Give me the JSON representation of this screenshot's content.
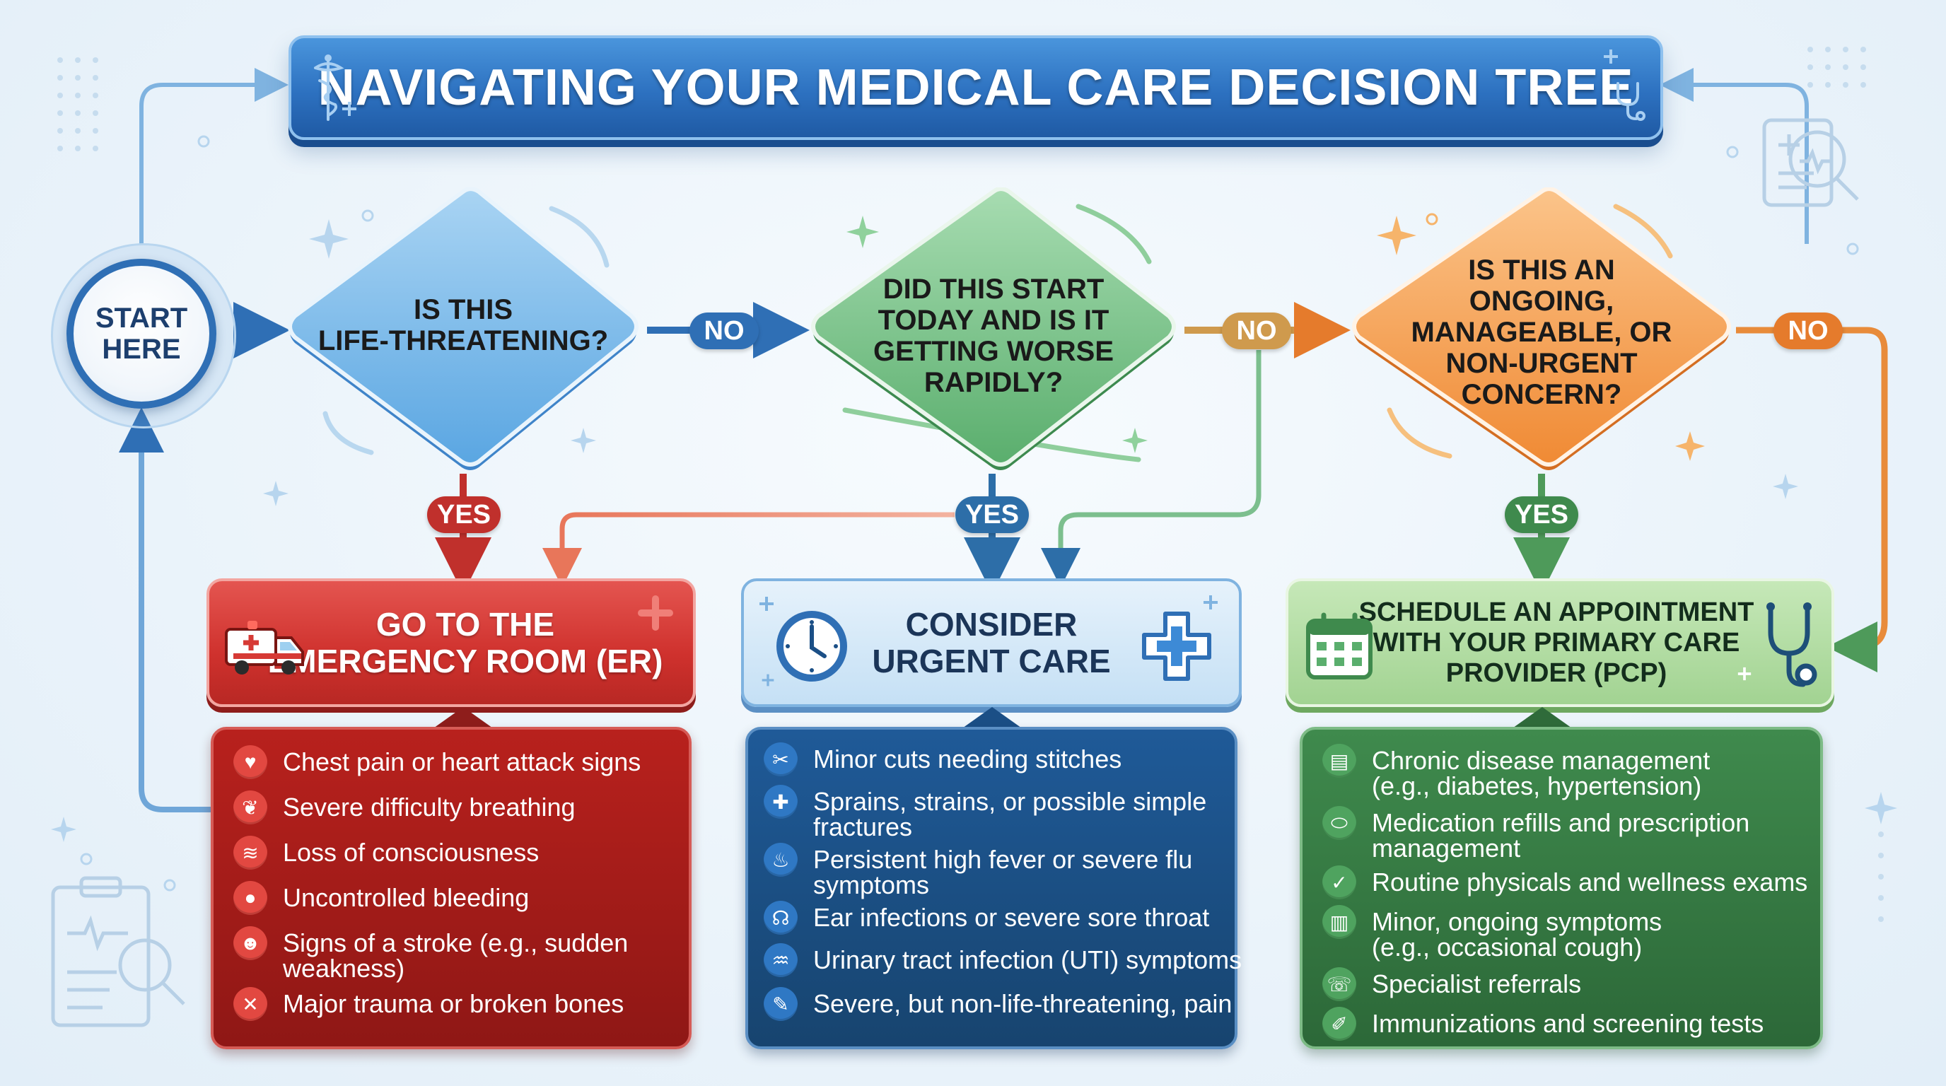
{
  "title": "NAVIGATING YOUR MEDICAL CARE DECISION TREE",
  "start": {
    "line1": "START",
    "line2": "HERE"
  },
  "decisions": [
    {
      "id": "life-threatening",
      "lines": [
        "IS THIS",
        "LIFE-THREATENING?"
      ],
      "color": "#6bb3e8"
    },
    {
      "id": "started-today",
      "lines": [
        "DID THIS START",
        "TODAY AND IS IT",
        "GETTING WORSE",
        "RAPIDLY?"
      ],
      "color": "#77c28a"
    },
    {
      "id": "ongoing",
      "lines": [
        "IS THIS AN",
        "ONGOING,",
        "MANAGEABLE, OR",
        "NON-URGENT",
        "CONCERN?"
      ],
      "color": "#f59a45"
    }
  ],
  "labels": {
    "yes": "YES",
    "no": "NO"
  },
  "outcomes": [
    {
      "id": "er",
      "title_lines": [
        "GO TO THE",
        "EMERGENCY ROOM (ER)"
      ],
      "color": "#d63a35",
      "items": [
        {
          "icon": "heart-pulse-icon",
          "lines": [
            "Chest pain or heart attack signs"
          ]
        },
        {
          "icon": "lungs-icon",
          "lines": [
            "Severe difficulty breathing"
          ]
        },
        {
          "icon": "fainting-icon",
          "lines": [
            "Loss of consciousness"
          ]
        },
        {
          "icon": "blood-drop-icon",
          "lines": [
            "Uncontrolled bleeding"
          ]
        },
        {
          "icon": "brain-head-icon",
          "lines": [
            "Signs of a stroke (e.g., sudden",
            "weakness)"
          ]
        },
        {
          "icon": "broken-bone-icon",
          "lines": [
            "Major trauma or broken bones"
          ]
        }
      ]
    },
    {
      "id": "urgent-care",
      "title_lines": [
        "CONSIDER",
        "URGENT CARE"
      ],
      "color": "#cfe6f8",
      "items": [
        {
          "icon": "scissors-icon",
          "lines": [
            "Minor cuts needing stitches"
          ]
        },
        {
          "icon": "bandage-icon",
          "lines": [
            "Sprains, strains, or possible simple",
            "fractures"
          ]
        },
        {
          "icon": "fire-icon",
          "lines": [
            "Persistent high fever or severe flu",
            "symptoms"
          ]
        },
        {
          "icon": "ear-icon",
          "lines": [
            "Ear infections or severe sore throat"
          ]
        },
        {
          "icon": "kidney-icon",
          "lines": [
            "Urinary tract infection (UTI) symptoms"
          ]
        },
        {
          "icon": "pain-relief-icon",
          "lines": [
            "Severe, but non-life-threatening, pain"
          ]
        }
      ]
    },
    {
      "id": "pcp",
      "title_lines": [
        "SCHEDULE AN APPOINTMENT",
        "WITH YOUR PRIMARY CARE",
        "PROVIDER (PCP)"
      ],
      "color": "#a9d99a",
      "items": [
        {
          "icon": "clipboard-icon",
          "lines": [
            "Chronic disease management",
            "(e.g., diabetes, hypertension)"
          ]
        },
        {
          "icon": "pill-icon",
          "lines": [
            "Medication refills and prescription",
            "management"
          ]
        },
        {
          "icon": "check-icon",
          "lines": [
            "Routine physicals and wellness exams"
          ]
        },
        {
          "icon": "symptom-chart-icon",
          "lines": [
            "Minor, ongoing symptoms",
            "(e.g., occasional cough)"
          ]
        },
        {
          "icon": "phone-icon",
          "lines": [
            "Specialist referrals"
          ]
        },
        {
          "icon": "syringe-icon",
          "lines": [
            "Immunizations and screening tests"
          ]
        }
      ]
    }
  ],
  "colors": {
    "blue": "#2f6fb5",
    "red": "#c0302c",
    "green": "#3f8a4d",
    "orange": "#e57b2c",
    "navy": "#1b4f86"
  }
}
